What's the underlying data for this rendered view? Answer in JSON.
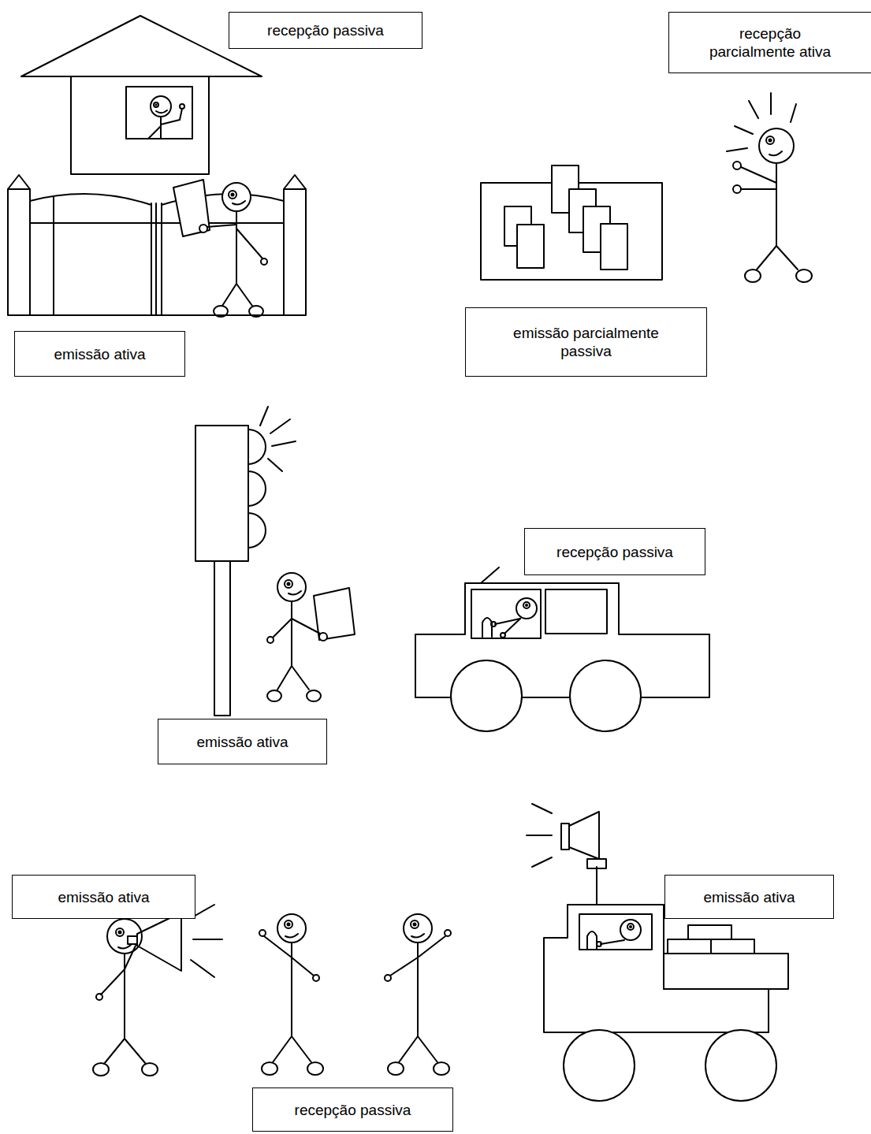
{
  "diagram": {
    "nodes": [
      {
        "text": [
          "recepção passiva"
        ]
      },
      {
        "text": [
          "recepção parcialmente ativa"
        ]
      },
      {
        "text": [
          "emissão parcialmente passiva"
        ]
      },
      {
        "text": [
          "emissão ativa"
        ]
      },
      {
        "text": [
          "recepção passiva"
        ]
      },
      {
        "text": [
          "emissão ativa"
        ]
      },
      {
        "text": [
          "emissão ativa"
        ]
      },
      {
        "text": [
          "emissão ativa"
        ]
      },
      {
        "text": [
          "recepção passiva"
        ]
      }
    ]
  }
}
